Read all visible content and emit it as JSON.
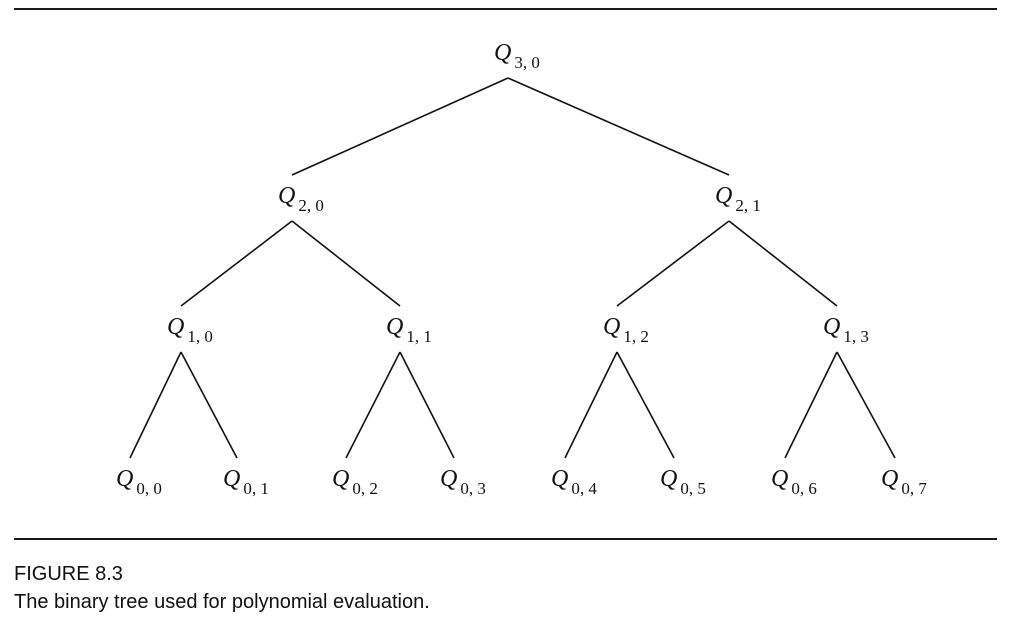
{
  "figure": {
    "label": "FIGURE 8.3",
    "caption": "The binary tree used for polynomial evaluation."
  },
  "tree": {
    "symbol": "Q",
    "nodes": [
      {
        "id": "n30",
        "sub": "3, 0"
      },
      {
        "id": "n20",
        "sub": "2, 0"
      },
      {
        "id": "n21",
        "sub": "2, 1"
      },
      {
        "id": "n10",
        "sub": "1, 0"
      },
      {
        "id": "n11",
        "sub": "1, 1"
      },
      {
        "id": "n12",
        "sub": "1, 2"
      },
      {
        "id": "n13",
        "sub": "1, 3"
      },
      {
        "id": "n00",
        "sub": "0, 0"
      },
      {
        "id": "n01",
        "sub": "0, 1"
      },
      {
        "id": "n02",
        "sub": "0, 2"
      },
      {
        "id": "n03",
        "sub": "0, 3"
      },
      {
        "id": "n04",
        "sub": "0, 4"
      },
      {
        "id": "n05",
        "sub": "0, 5"
      },
      {
        "id": "n06",
        "sub": "0, 6"
      },
      {
        "id": "n07",
        "sub": "0, 7"
      }
    ],
    "edges": [
      [
        "n30",
        "n20"
      ],
      [
        "n30",
        "n21"
      ],
      [
        "n20",
        "n10"
      ],
      [
        "n20",
        "n11"
      ],
      [
        "n21",
        "n12"
      ],
      [
        "n21",
        "n13"
      ],
      [
        "n10",
        "n00"
      ],
      [
        "n10",
        "n01"
      ],
      [
        "n11",
        "n02"
      ],
      [
        "n11",
        "n03"
      ],
      [
        "n12",
        "n04"
      ],
      [
        "n12",
        "n05"
      ],
      [
        "n13",
        "n06"
      ],
      [
        "n13",
        "n07"
      ]
    ]
  }
}
